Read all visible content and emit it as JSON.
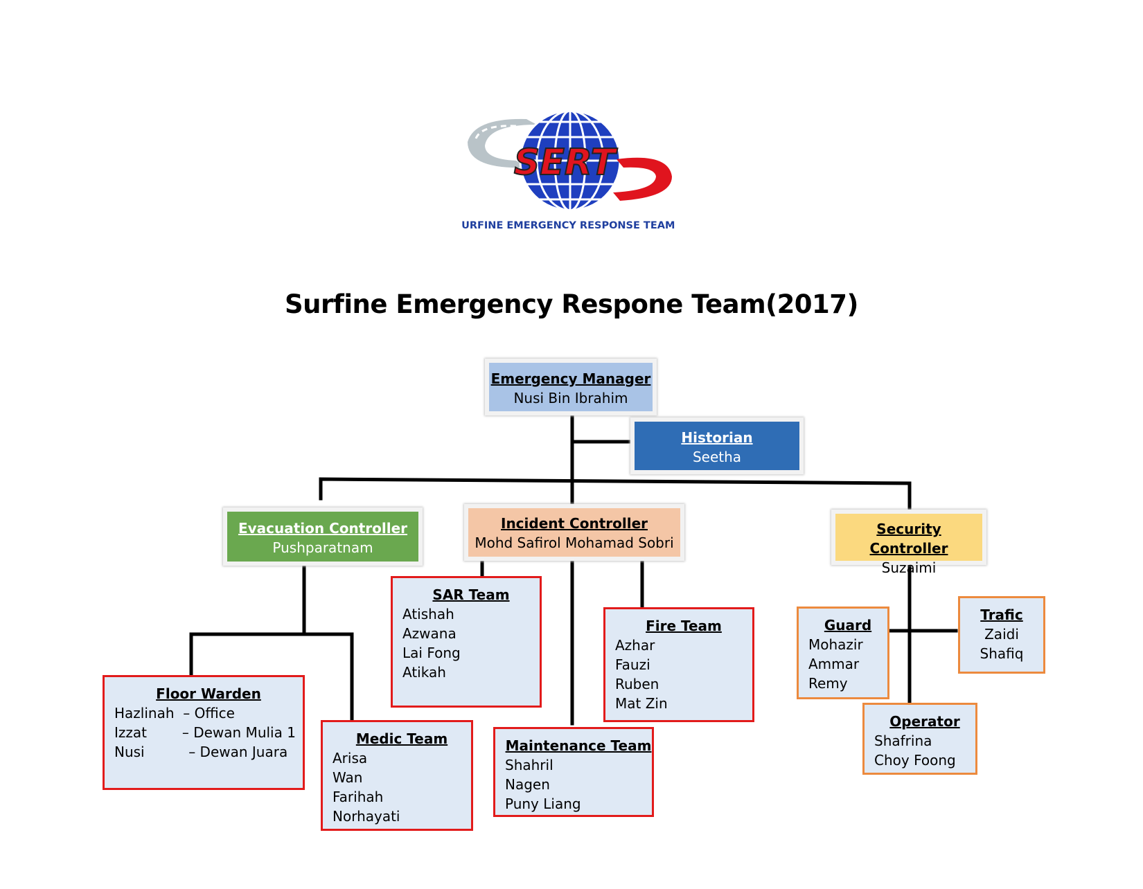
{
  "logo": {
    "acronym": "SERT",
    "caption": "SURFINE EMERGENCY RESPONSE TEAM",
    "colors": {
      "globe": "#1f3fbf",
      "text_red": "#e0141e",
      "road_gray": "#b9c3c8",
      "caption": "#1f3f9f"
    }
  },
  "title": "Surfine Emergency Respone Team(2017)",
  "manager": {
    "role": "Emergency Manager",
    "name": "Nusi Bin Ibrahim",
    "color": "#a9c3e6"
  },
  "historian": {
    "role": "Historian",
    "name": "Seetha",
    "color": "#2f6db5"
  },
  "controllers": [
    {
      "role": "Evacuation Controller",
      "name": "Pushparatnam",
      "color": "#6aa84f"
    },
    {
      "role": "Incident Controller",
      "name": "Mohd Safirol Mohamad Sobri",
      "color": "#f4c6a6"
    },
    {
      "role": "Security Controller",
      "name": "Suzaimi",
      "color": "#fbd97f"
    }
  ],
  "teams": {
    "floor_warden": {
      "title": "Floor Warden",
      "rows": [
        "Hazlinah  – Office",
        "Izzat        – Dewan Mulia 1",
        "Nusi          – Dewan Juara"
      ]
    },
    "medic": {
      "title": "Medic Team",
      "members": [
        "Arisa",
        "Wan",
        "Farihah",
        "Norhayati"
      ]
    },
    "sar": {
      "title": "SAR Team",
      "members": [
        "Atishah",
        "Azwana",
        "Lai Fong",
        "Atikah"
      ]
    },
    "maintenance": {
      "title": "Maintenance Team",
      "members": [
        "Shahril",
        "Nagen",
        "Puny Liang"
      ]
    },
    "fire": {
      "title": "Fire Team",
      "members": [
        "Azhar",
        "Fauzi",
        "Ruben",
        "Mat Zin"
      ]
    },
    "guard": {
      "title": "Guard",
      "members": [
        "Mohazir",
        "Ammar",
        "Remy"
      ]
    },
    "trafic": {
      "title": "Trafic",
      "members": [
        "Zaidi",
        "Shafiq"
      ]
    },
    "operator": {
      "title": "Operator",
      "members": [
        "Shafrina",
        "Choy Foong"
      ]
    }
  }
}
